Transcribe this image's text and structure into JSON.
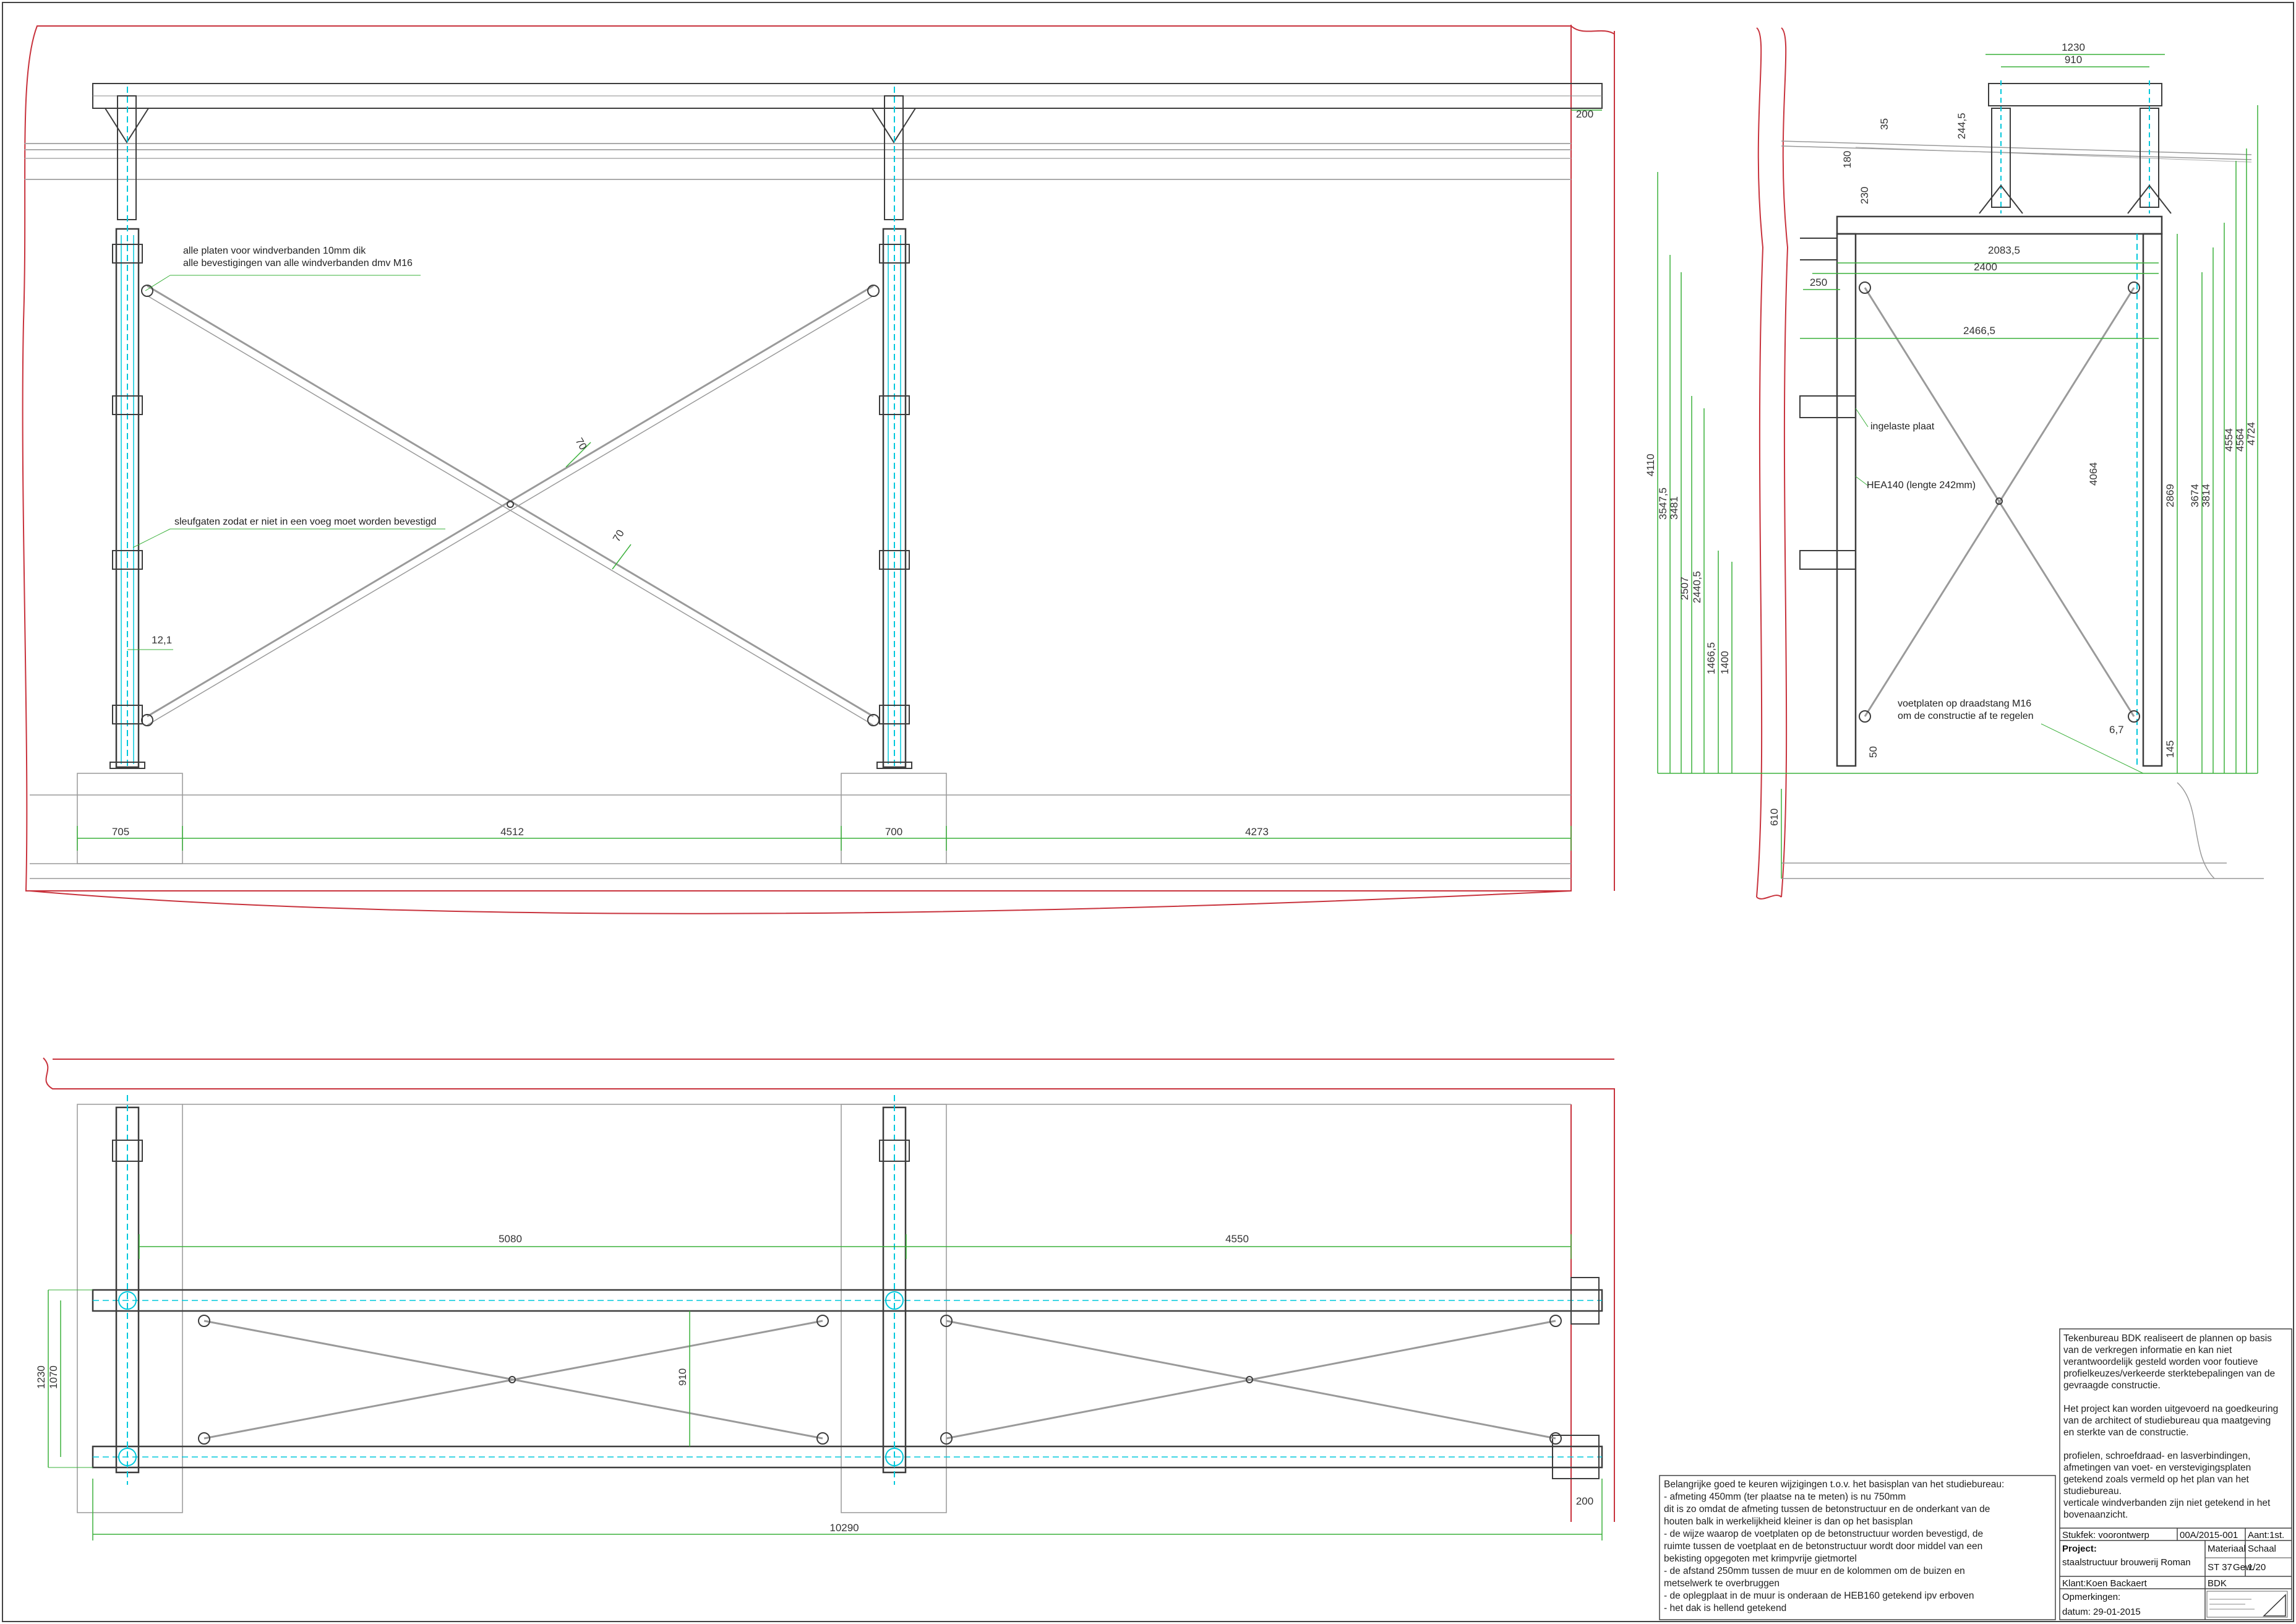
{
  "front_view": {
    "annotations": {
      "plates": "alle platen voor windverbanden 10mm dik",
      "fasteners": "alle bevestigingen van alle windverbanden dmv M16",
      "slots": "sleufgaten zodat er niet in een voeg moet worden bevestigd"
    },
    "dims": {
      "bottom": [
        "705",
        "4512",
        "700",
        "4273"
      ],
      "right_top": "200",
      "brace_a": "70",
      "brace_b": "70",
      "column_gap": "12,1"
    }
  },
  "side_view": {
    "annotations": {
      "welded_plate": "ingelaste plaat",
      "hea": "HEA140 (lengte 242mm)",
      "footplates_1": "voetplaten op draadstang M16",
      "footplates_2": "om de constructie af te regelen"
    },
    "dims": {
      "top_1230": "1230",
      "top_910": "910",
      "d35": "35",
      "d180": "180",
      "d244": "244,5",
      "d230": "230",
      "w2083": "2083,5",
      "w2400": "2400",
      "w250": "250",
      "w2466": "2466,5",
      "h4110": "4110",
      "h3547": "3547,5",
      "h3481": "3481",
      "h2507": "2507",
      "h2440": "2440,5",
      "h1466": "1466,5",
      "h1400": "1400",
      "h4064": "4064",
      "h2869": "2869",
      "h3674": "3674",
      "h3814": "3814",
      "h4554": "4554",
      "h4564": "4564",
      "h4724": "4724",
      "d50": "50",
      "d610": "610",
      "d67": "6,7",
      "d145": "145"
    }
  },
  "plan_view": {
    "dims": {
      "span_left": "5080",
      "span_right": "4550",
      "total": "10290",
      "h1230": "1230",
      "h1070": "1070",
      "d910": "910",
      "d200": "200"
    }
  },
  "notes_important": [
    "Belangrijke goed te keuren wijzigingen t.o.v. het basisplan van het studiebureau:",
    "- afmeting 450mm (ter plaatse na te meten) is nu 750mm",
    "  dit is zo omdat de afmeting tussen de betonstructuur en de onderkant van de",
    "  houten balk in werkelijkheid kleiner is dan op het basisplan",
    "- de wijze waarop de voetplaten op de betonstructuur worden bevestigd, de",
    "  ruimte tussen de voetplaat en de betonstructuur wordt door middel van een",
    "  bekisting opgegoten met krimpvrije gietmortel",
    "- de afstand 250mm tussen de muur en de kolommen om de buizen en",
    "  metselwerk te overbruggen",
    "- de oplegplaat in de muur is onderaan de HEB160 getekend ipv erboven",
    "- het dak is hellend getekend"
  ],
  "notes_bureau": [
    "Tekenbureau BDK realiseert de plannen op basis",
    "van de verkregen informatie en kan niet",
    "verantwoordelijk gesteld worden voor foutieve",
    "profielkeuzes/verkeerde sterktebepalingen van de",
    "gevraagde constructie.",
    "",
    "Het project kan worden uitgevoerd na goedkeuring",
    "van de architect of studiebureau qua maatgeving",
    "en sterkte van de constructie.",
    "",
    "profielen, schroefdraad- en lasverbindingen,",
    "afmetingen van voet- en verstevigingsplaten",
    "getekend zoals vermeld op het plan van het",
    "studiebureau.",
    "verticale windverbanden zijn niet getekend in het",
    "bovenaanzicht."
  ],
  "title_block": {
    "stukfek": "Stukfek: voorontwerp",
    "code": "00A/2015-001",
    "aantal": "Aant:1st.",
    "project_label": "Project:",
    "project": "staalstructuur brouwerij Roman",
    "materiaal_label": "Materiaal",
    "materiaal": "ST 37",
    "materiaal_sub": "Gew.",
    "schaal_label": "Schaal",
    "schaal": "1/20",
    "klant": "Klant:Koen Backaert",
    "bdk": "BDK",
    "opmerkingen": "Opmerkingen:",
    "datum": "datum: 29-01-2015"
  },
  "colors": {
    "line": "#3c3c3c",
    "light": "#9a9a9a",
    "cyan": "#00c8dc",
    "green": "#3ab03a",
    "red": "#c8323c"
  }
}
